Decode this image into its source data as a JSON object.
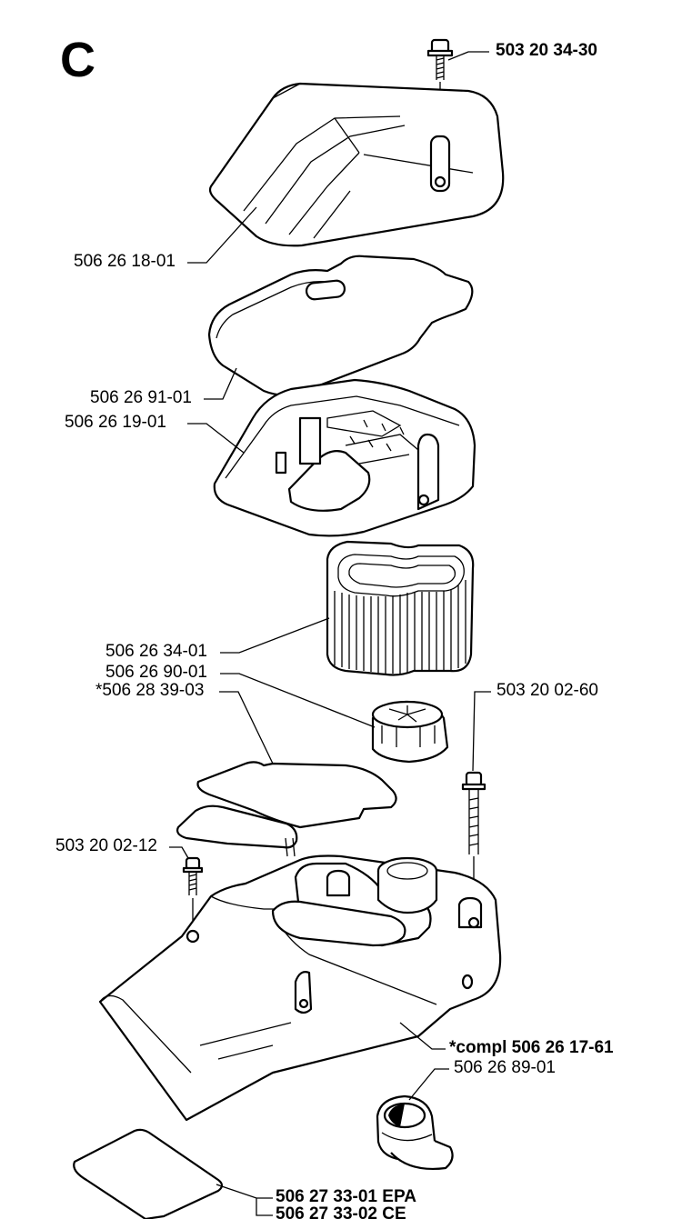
{
  "section_letter": "C",
  "labels": {
    "screw_top": "503 20 34-30",
    "top_cover": "506 26 18-01",
    "filter_gasket": "506 26 91-01",
    "filter_holder": "506 26 19-01",
    "air_filter": "506 26 34-01",
    "filter_knob": "506 26 90-01",
    "seal_kit": "*506 28 39-03",
    "screw_right": "503 20 02-60",
    "screw_left": "503 20 02-12",
    "cylinder_cover_compl": "*compl 506 26 17-61",
    "rubber_grommet": "506 26 89-01",
    "decal_epa": "506 27 33-01 EPA",
    "decal_ce": "506 27 33-02 CE"
  }
}
